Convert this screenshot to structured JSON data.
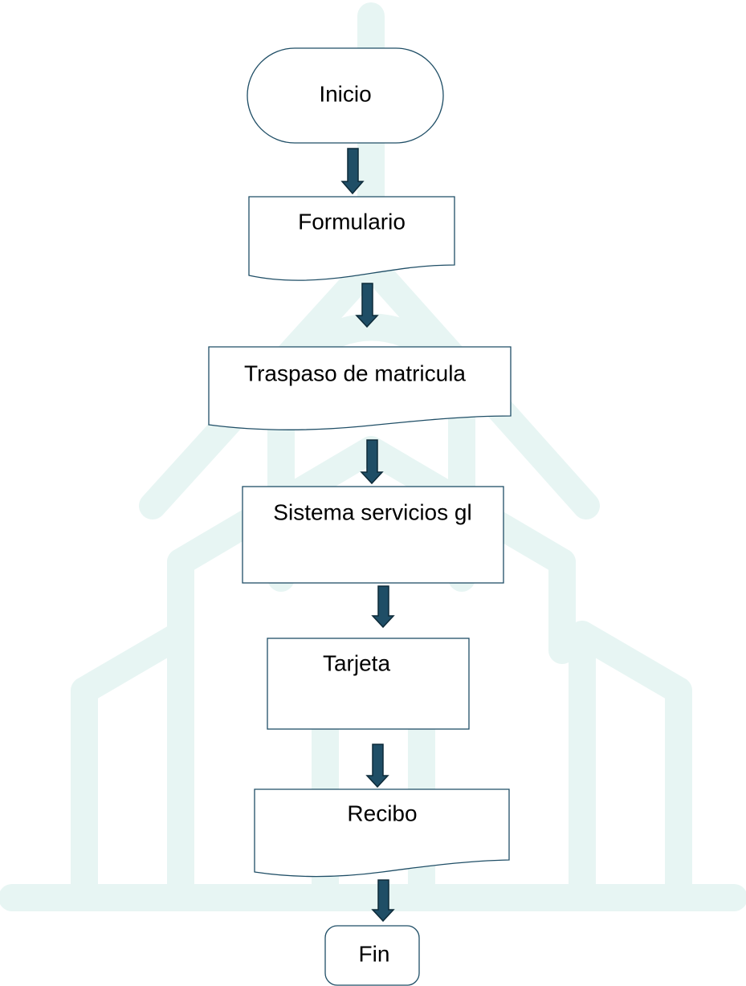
{
  "colors": {
    "shape_stroke": "#1f4e66",
    "arrow_fill": "#1f4e66",
    "watermark": "#e7f5f3",
    "text": "#000000"
  },
  "flowchart": {
    "nodes": [
      {
        "id": "inicio",
        "shape": "terminator",
        "label": "Inicio"
      },
      {
        "id": "formulario",
        "shape": "document",
        "label": "Formulario"
      },
      {
        "id": "traspaso",
        "shape": "document",
        "label": "Traspaso  de matricula"
      },
      {
        "id": "sistema",
        "shape": "process",
        "label": "Sistema servicios gl"
      },
      {
        "id": "tarjeta",
        "shape": "process",
        "label": "Tarjeta"
      },
      {
        "id": "recibo",
        "shape": "document",
        "label": "Recibo"
      },
      {
        "id": "fin",
        "shape": "terminator",
        "label": "Fin"
      }
    ],
    "edges": [
      {
        "from": "inicio",
        "to": "formulario"
      },
      {
        "from": "formulario",
        "to": "traspaso"
      },
      {
        "from": "traspaso",
        "to": "sistema"
      },
      {
        "from": "sistema",
        "to": "tarjeta"
      },
      {
        "from": "tarjeta",
        "to": "recibo"
      },
      {
        "from": "recibo",
        "to": "fin"
      }
    ]
  }
}
